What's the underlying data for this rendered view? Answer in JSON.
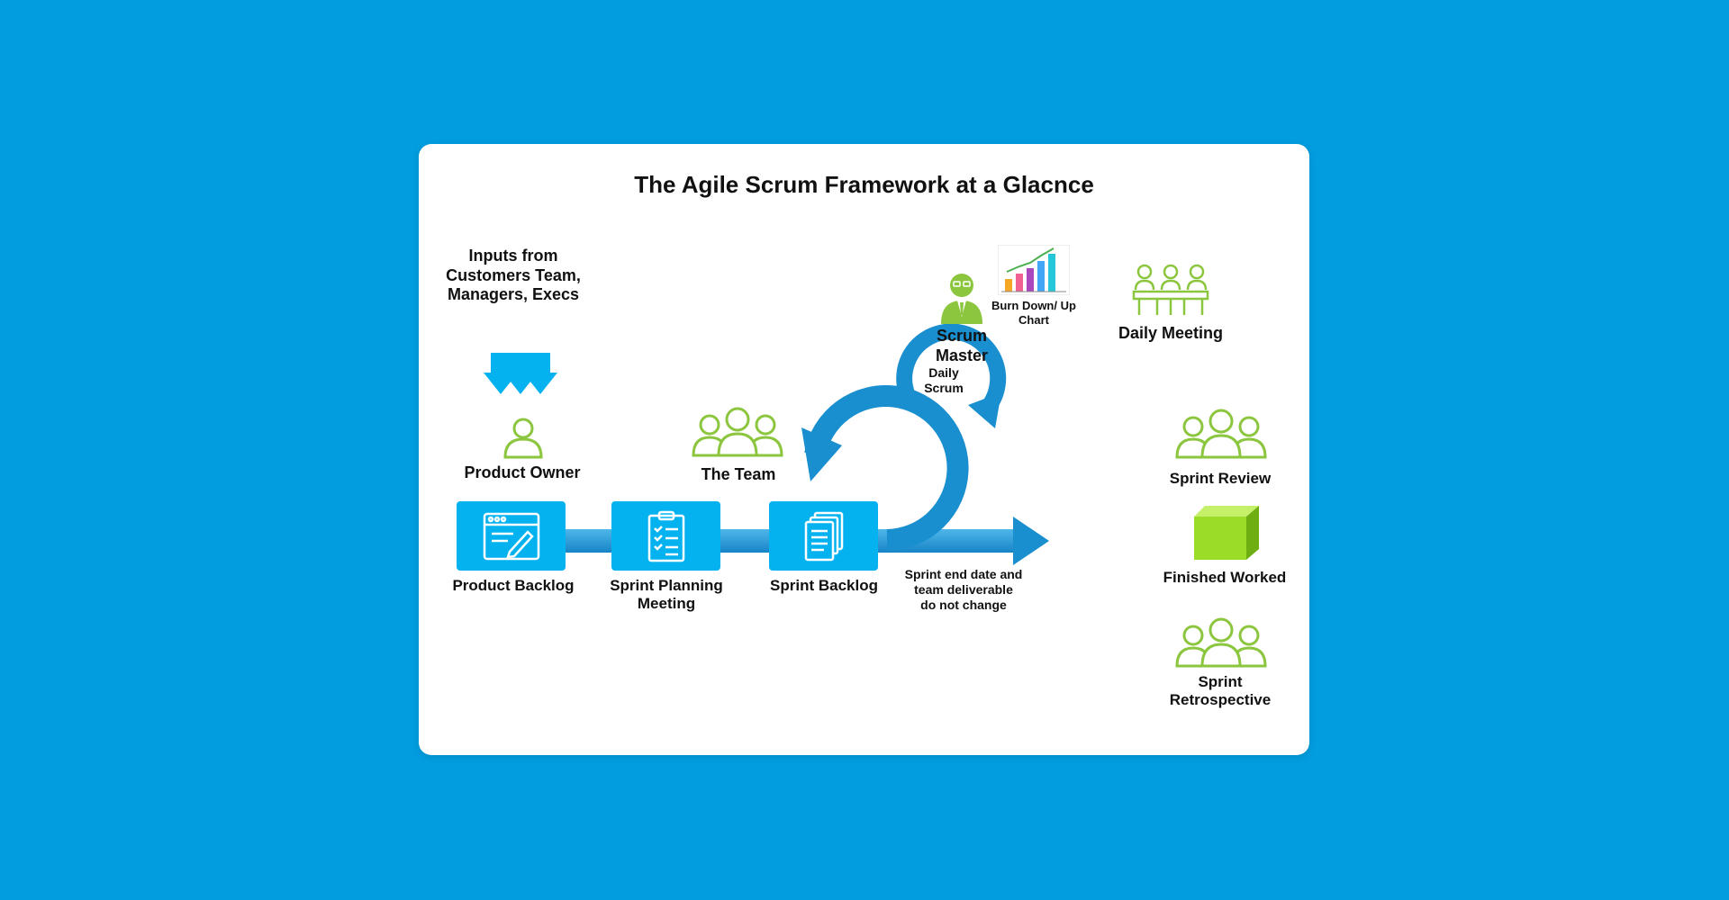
{
  "title": "The Agile Scrum Framework at a Glacnce",
  "inputs": "Inputs from\nCustomers Team,\nManagers, Execs",
  "product_owner": "Product Owner",
  "the_team": "The Team",
  "product_backlog": "Product Backlog",
  "sprint_planning": "Sprint Planning\nMeeting",
  "sprint_backlog": "Sprint Backlog",
  "sprint_note": "Sprint end date and\nteam deliverable\ndo not change",
  "scrum_master": "Scrum\nMaster",
  "burn_chart": "Burn Down/ Up\nChart",
  "daily_meeting": "Daily Meeting",
  "daily_scrum": "Daily\nScrum",
  "sprint_review": "Sprint Review",
  "finished_worked": "Finished Worked",
  "sprint_retrospective": "Sprint\nRetrospective",
  "colors": {
    "background": "#029ddf",
    "box": "#05b2f0",
    "arrow": "#1a8fd0",
    "green": "#8cc63f"
  },
  "icons": [
    "down-arrows-icon",
    "person-icon",
    "team-icon",
    "backlog-window-icon",
    "clipboard-icon",
    "documents-icon",
    "scrum-master-icon",
    "bar-chart-icon",
    "meeting-table-icon",
    "cube-icon"
  ]
}
